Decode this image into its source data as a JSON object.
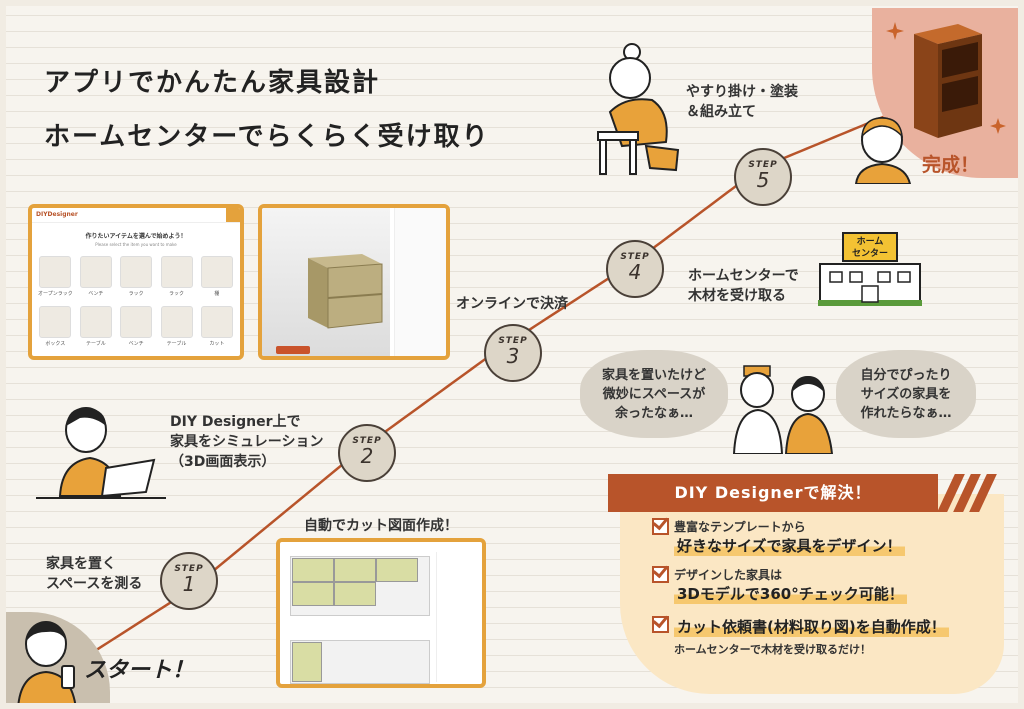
{
  "header": {
    "line1": "アプリでかんたん家具設計",
    "line2": "ホームセンターでらくらく受け取り"
  },
  "start_label": "スタート！",
  "finish_label": "完成！",
  "steps": [
    {
      "word": "STEP",
      "number": "1",
      "label_lines": [
        "家具を置く",
        "スペースを測る"
      ]
    },
    {
      "word": "STEP",
      "number": "2",
      "label_lines": [
        "DIY Designer上で",
        "家具をシミュレーション",
        "（3D画面表示）"
      ]
    },
    {
      "word": "STEP",
      "number": "3",
      "label_lines": [
        "オンラインで決済"
      ]
    },
    {
      "word": "STEP",
      "number": "4",
      "label_lines": [
        "ホームセンターで",
        "木材を受け取る"
      ]
    },
    {
      "word": "STEP",
      "number": "5",
      "label_lines": [
        "やすり掛け・塗装",
        "＆組み立て"
      ]
    }
  ],
  "cut_caption": "自動でカット図面作成！",
  "app_ui": {
    "logo": "DIYDesigner",
    "heading": "作りたいアイテムを選んで始めよう！",
    "sub": "Please select the item you want to make",
    "items": [
      "オープンラック",
      "ベンチ",
      "ラック",
      "ラック",
      "棚",
      "ボックス",
      "テーブル",
      "ベンチ",
      "テーブル",
      "カット"
    ]
  },
  "store_sign": [
    "ホーム",
    "センター"
  ],
  "bubbles": {
    "left": [
      "家具を置いたけど",
      "微妙にスペースが",
      "余ったなぁ…"
    ],
    "right": [
      "自分でぴったり",
      "サイズの家具を",
      "作れたらなぁ…"
    ]
  },
  "solution": {
    "title": "DIY Designerで解決！",
    "items": [
      {
        "small": "豊富なテンプレートから",
        "big": "好きなサイズで家具をデザイン！"
      },
      {
        "small": "デザインした家具は",
        "big": "3Dモデルで360°チェック可能！"
      },
      {
        "small": "",
        "big": "カット依頼書(材料取り図)を自動作成！",
        "tail": "ホームセンターで木材を受け取るだけ！"
      }
    ]
  },
  "colors": {
    "accent": "#e4a23c",
    "brand": "#b8542a",
    "line": "#b8542a",
    "paper": "#f7f4ee"
  }
}
